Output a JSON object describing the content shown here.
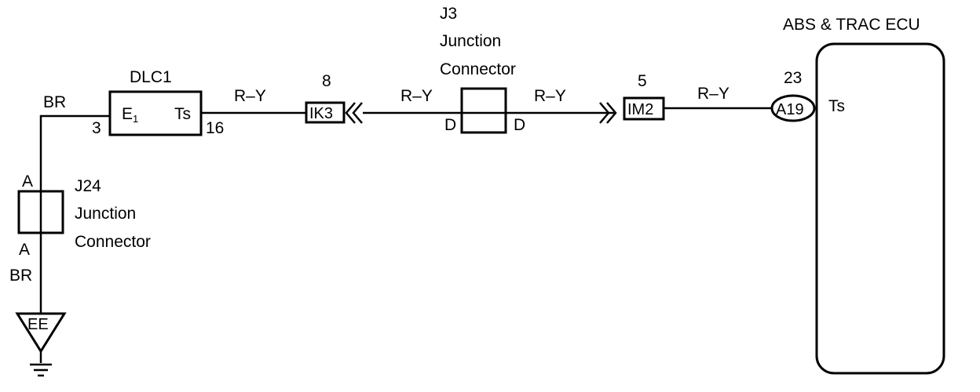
{
  "ecu": {
    "name": "ABS & TRAC ECU",
    "pin_number": "23",
    "connector": "A19",
    "pin_name": "Ts"
  },
  "dlc1": {
    "name": "DLC1",
    "pin_left_label": "E",
    "pin_left_subscript": "1",
    "pin_right_label": "Ts",
    "pin_left_number": "3",
    "pin_right_number": "16"
  },
  "j3": {
    "id": "J3",
    "name_line1": "Junction",
    "name_line2": "Connector",
    "pin_left": "D",
    "pin_right": "D"
  },
  "j24": {
    "id": "J24",
    "name_line1": "Junction",
    "name_line2": "Connector",
    "pin_top": "A",
    "pin_bottom": "A"
  },
  "connector_ik3": {
    "label": "IK3",
    "pin": "8"
  },
  "connector_im2": {
    "label": "IM2",
    "pin": "5"
  },
  "ground": {
    "label": "EE"
  },
  "wires": {
    "br_top": "BR",
    "br_bottom": "BR",
    "dlc_to_ik3": "R–Y",
    "ik3_to_j3": "R–Y",
    "j3_to_im2": "R–Y",
    "im2_to_ecu": "R–Y"
  }
}
